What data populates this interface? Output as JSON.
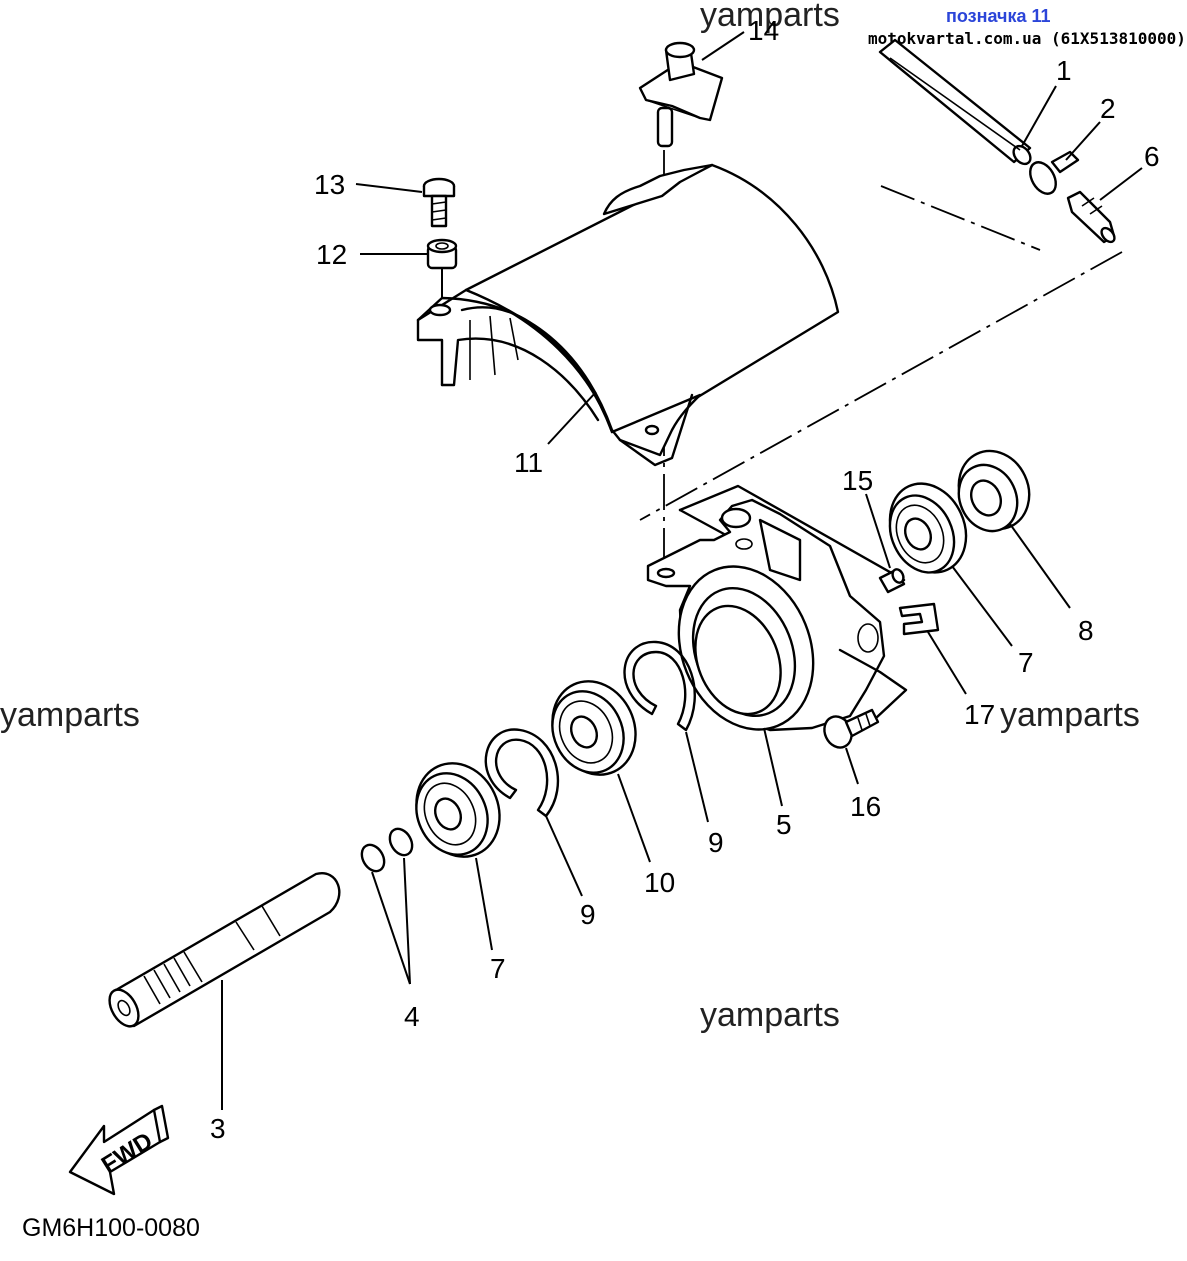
{
  "header": {
    "part_ref": "позначка 11",
    "source": "motokvartal.com.ua (61X513810000)"
  },
  "watermark": "yamparts",
  "diagram_code": "GM6H100-0080",
  "fwd_label": "FWD",
  "callouts": {
    "c1": "1",
    "c2": "2",
    "c3": "3",
    "c4": "4",
    "c5": "5",
    "c6": "6",
    "c7a": "7",
    "c7b": "7",
    "c8": "8",
    "c9a": "9",
    "c9b": "9",
    "c10": "10",
    "c11": "11",
    "c12": "12",
    "c13": "13",
    "c14": "14",
    "c15": "15",
    "c16": "16",
    "c17": "17"
  }
}
